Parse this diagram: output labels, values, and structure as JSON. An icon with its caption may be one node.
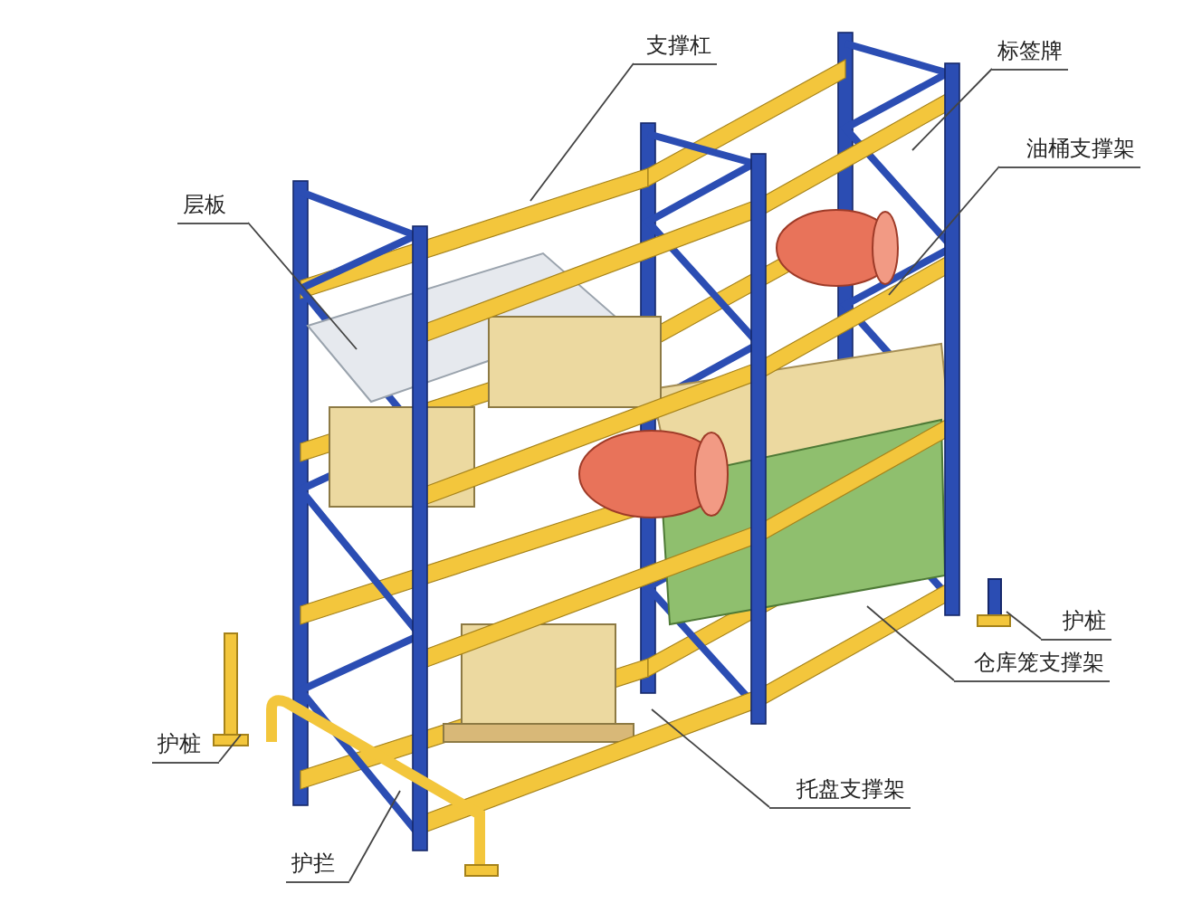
{
  "diagram": {
    "nodes": [
      {
        "text": [
          "支撑杠"
        ]
      },
      {
        "text": [
          "标签牌"
        ]
      },
      {
        "text": [
          "油桶支撑架"
        ]
      },
      {
        "text": [
          "层板"
        ]
      },
      {
        "text": [
          "护桩"
        ]
      },
      {
        "text": [
          "仓库笼支撑架"
        ]
      },
      {
        "text": [
          "护桩"
        ]
      },
      {
        "text": [
          "托盘支撑架"
        ]
      },
      {
        "text": [
          "护拦"
        ]
      }
    ],
    "edges": [
      {
        "from": 0,
        "to": null,
        "arrow": "none"
      },
      {
        "from": 1,
        "to": null,
        "arrow": "none"
      },
      {
        "from": 2,
        "to": null,
        "arrow": "none"
      },
      {
        "from": 3,
        "to": null,
        "arrow": "none"
      },
      {
        "from": 4,
        "to": null,
        "arrow": "none"
      },
      {
        "from": 5,
        "to": null,
        "arrow": "none"
      },
      {
        "from": 6,
        "to": null,
        "arrow": "none"
      },
      {
        "from": 7,
        "to": null,
        "arrow": "none"
      },
      {
        "from": 8,
        "to": null,
        "arrow": "none"
      }
    ]
  }
}
